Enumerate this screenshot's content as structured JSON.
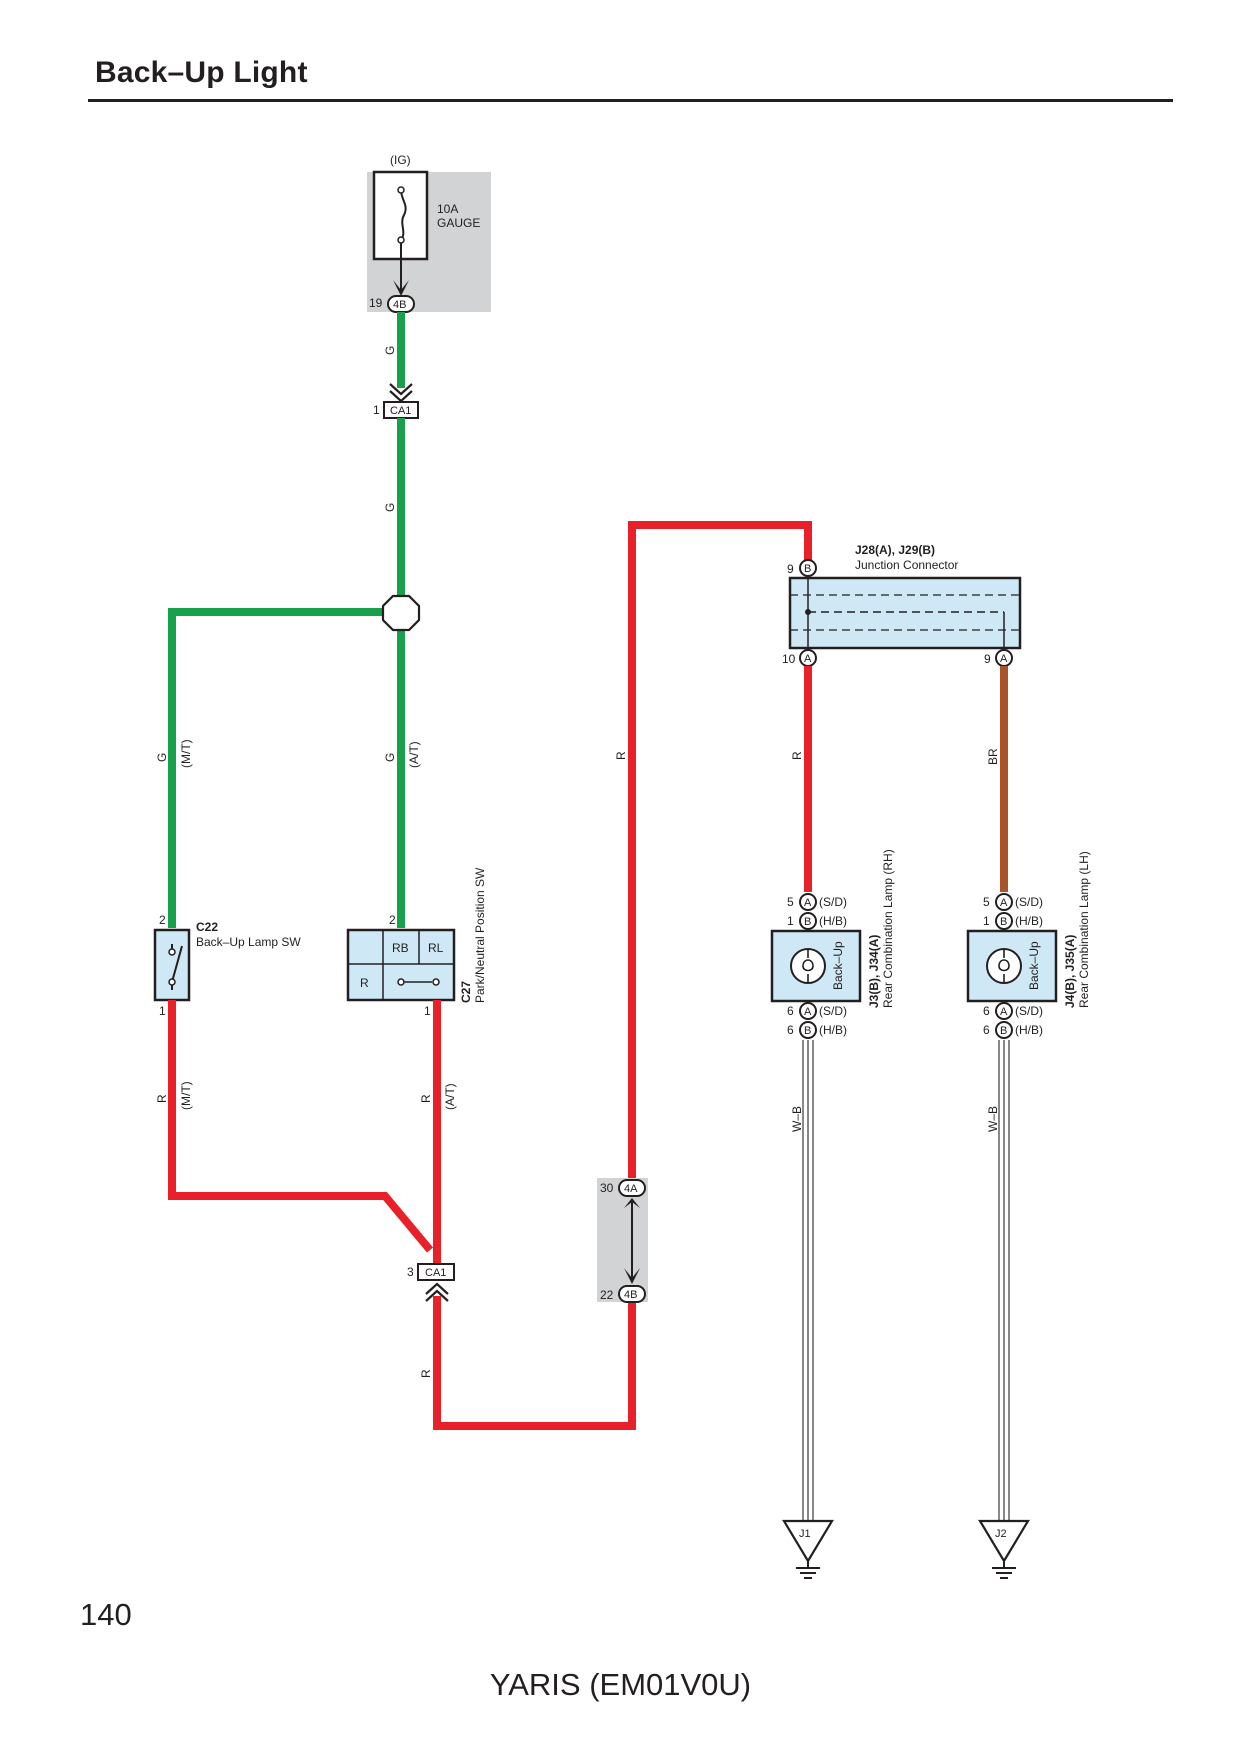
{
  "page": {
    "title": "Back–Up Light",
    "page_number": "140",
    "model": "YARIS (EM01V0U)"
  },
  "colors": {
    "green_wire": "#19a04a",
    "red_wire": "#e8202a",
    "brown_wire": "#a9532a",
    "component_fill": "#cfe8f5",
    "shaded_block": "#d1d3d4"
  },
  "diagram": {
    "fuse": {
      "source": "(IG)",
      "rating": "10A",
      "name": "GAUGE",
      "pin": "19",
      "conn": "4B"
    },
    "wire_colors": {
      "g": "G",
      "r": "R",
      "br": "BR",
      "wb": "W–B"
    },
    "ca1_top": {
      "pin": "1",
      "conn": "CA1"
    },
    "ca1_bottom": {
      "pin": "3",
      "conn": "CA1"
    },
    "variants": {
      "mt": "(M/T)",
      "at": "(A/T)"
    },
    "c22": {
      "id": "C22",
      "name": "Back–Up Lamp SW",
      "pin_top": "2",
      "pin_bottom": "1"
    },
    "c27": {
      "id": "C27",
      "name": "Park/Neutral Position SW",
      "pin_top": "2",
      "pin_bottom": "1",
      "cells": [
        "RB",
        "RL",
        "R"
      ]
    },
    "inline_conn": {
      "top_pin": "30",
      "top_conn": "4A",
      "bottom_pin": "22",
      "bottom_conn": "4B"
    },
    "junction": {
      "ids": "J28(A), J29(B)",
      "name": "Junction Connector",
      "pin_in": "9",
      "pin_in_letter": "B",
      "pin_out_l": "10",
      "pin_out_l_letter": "A",
      "pin_out_r": "9",
      "pin_out_r_letter": "A"
    },
    "lamp_rh": {
      "ids": "J3(B), J34(A)",
      "name": "Rear Combination Lamp (RH)",
      "label": "Back–Up",
      "pins": [
        {
          "num": "5",
          "letter": "A",
          "variant": "(S/D)"
        },
        {
          "num": "1",
          "letter": "B",
          "variant": "(H/B)"
        },
        {
          "num": "6",
          "letter": "A",
          "variant": "(S/D)"
        },
        {
          "num": "6",
          "letter": "B",
          "variant": "(H/B)"
        }
      ]
    },
    "lamp_lh": {
      "ids": "J4(B), J35(A)",
      "name": "Rear Combination Lamp (LH)",
      "label": "Back–Up",
      "pins": [
        {
          "num": "5",
          "letter": "A",
          "variant": "(S/D)"
        },
        {
          "num": "1",
          "letter": "B",
          "variant": "(H/B)"
        },
        {
          "num": "6",
          "letter": "A",
          "variant": "(S/D)"
        },
        {
          "num": "6",
          "letter": "B",
          "variant": "(H/B)"
        }
      ]
    },
    "grounds": [
      "J1",
      "J2"
    ]
  }
}
